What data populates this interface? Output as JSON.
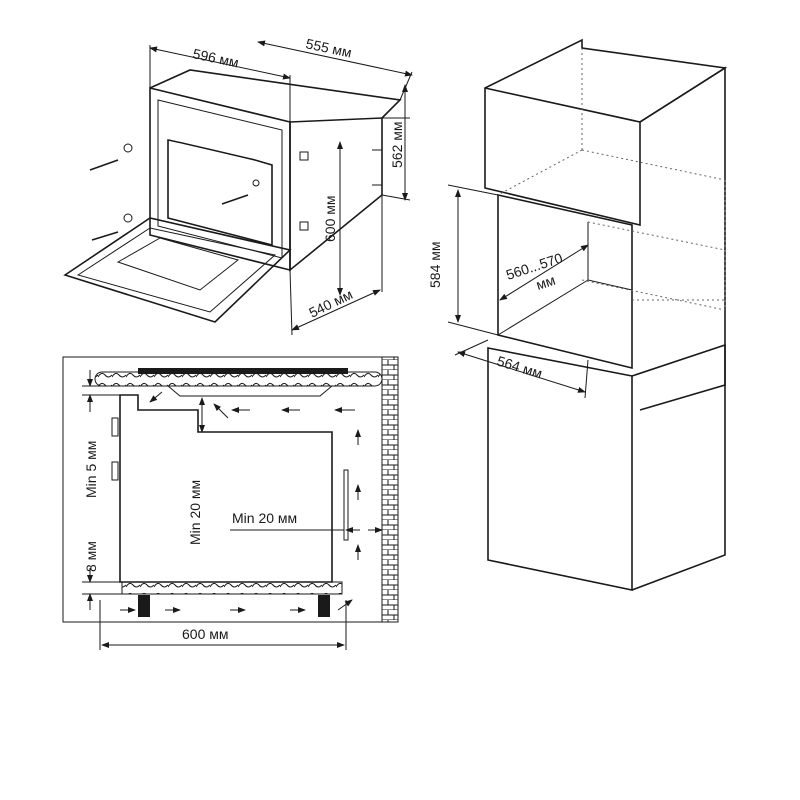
{
  "oven_view": {
    "width": "596 мм",
    "depth": "555 мм",
    "height": "562 мм",
    "inner_height": "600 мм",
    "inner_depth": "540 мм"
  },
  "cabinet_view": {
    "niche_height": "584 мм",
    "niche_width_line1": "560...570",
    "niche_width_line2": "мм",
    "niche_depth": "564 мм"
  },
  "section_view": {
    "top_gap": "Min 5 мм",
    "bottom_gap": "8 мм",
    "side_gap": "Min 20 мм",
    "back_gap": "Min 20 мм",
    "width": "600 мм"
  }
}
